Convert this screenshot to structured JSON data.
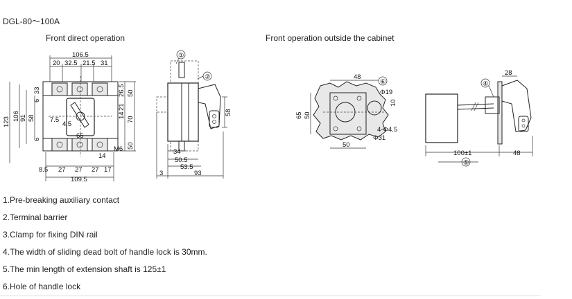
{
  "model_title": "DGL-80～100A",
  "captions": {
    "front_direct": "Front direct operation",
    "front_outside": "Front operation outside the cabinet"
  },
  "callouts": [
    "①",
    "②",
    "④",
    "⑤",
    "⑥"
  ],
  "dimensions": {
    "front_view": {
      "top_total": "106.5",
      "top_parts": [
        "20",
        "32.5",
        "21.5",
        "31"
      ],
      "left": [
        "123",
        "106",
        "91",
        "58",
        "33",
        "6",
        "6"
      ],
      "right": [
        "26.5",
        "50",
        "14",
        "21",
        "70",
        "50"
      ],
      "inner": [
        "7.5",
        "4.5",
        "65",
        "14",
        "M6"
      ],
      "bottom_parts": [
        "8.5",
        "27",
        "27",
        "27",
        "17"
      ],
      "bottom_total": "109.5"
    },
    "side_view": [
      "34",
      "50.5",
      "53.5",
      "58",
      "3",
      "93"
    ],
    "panel_view": [
      "48",
      "Φ19",
      "10",
      "65",
      "50",
      "4-Φ4.5",
      "Φ31",
      "50"
    ],
    "ext_view": [
      "28",
      "100±1",
      "48"
    ]
  },
  "notes": [
    "1.Pre-breaking auxiliary contact",
    "2.Terminal barrier",
    "3.Clamp for fixing DIN rail",
    "4.The width of sliding dead bolt of handle lock is 30mm.",
    "5.The min length of extension shaft is 125±1",
    "6.Hole of handle lock"
  ]
}
